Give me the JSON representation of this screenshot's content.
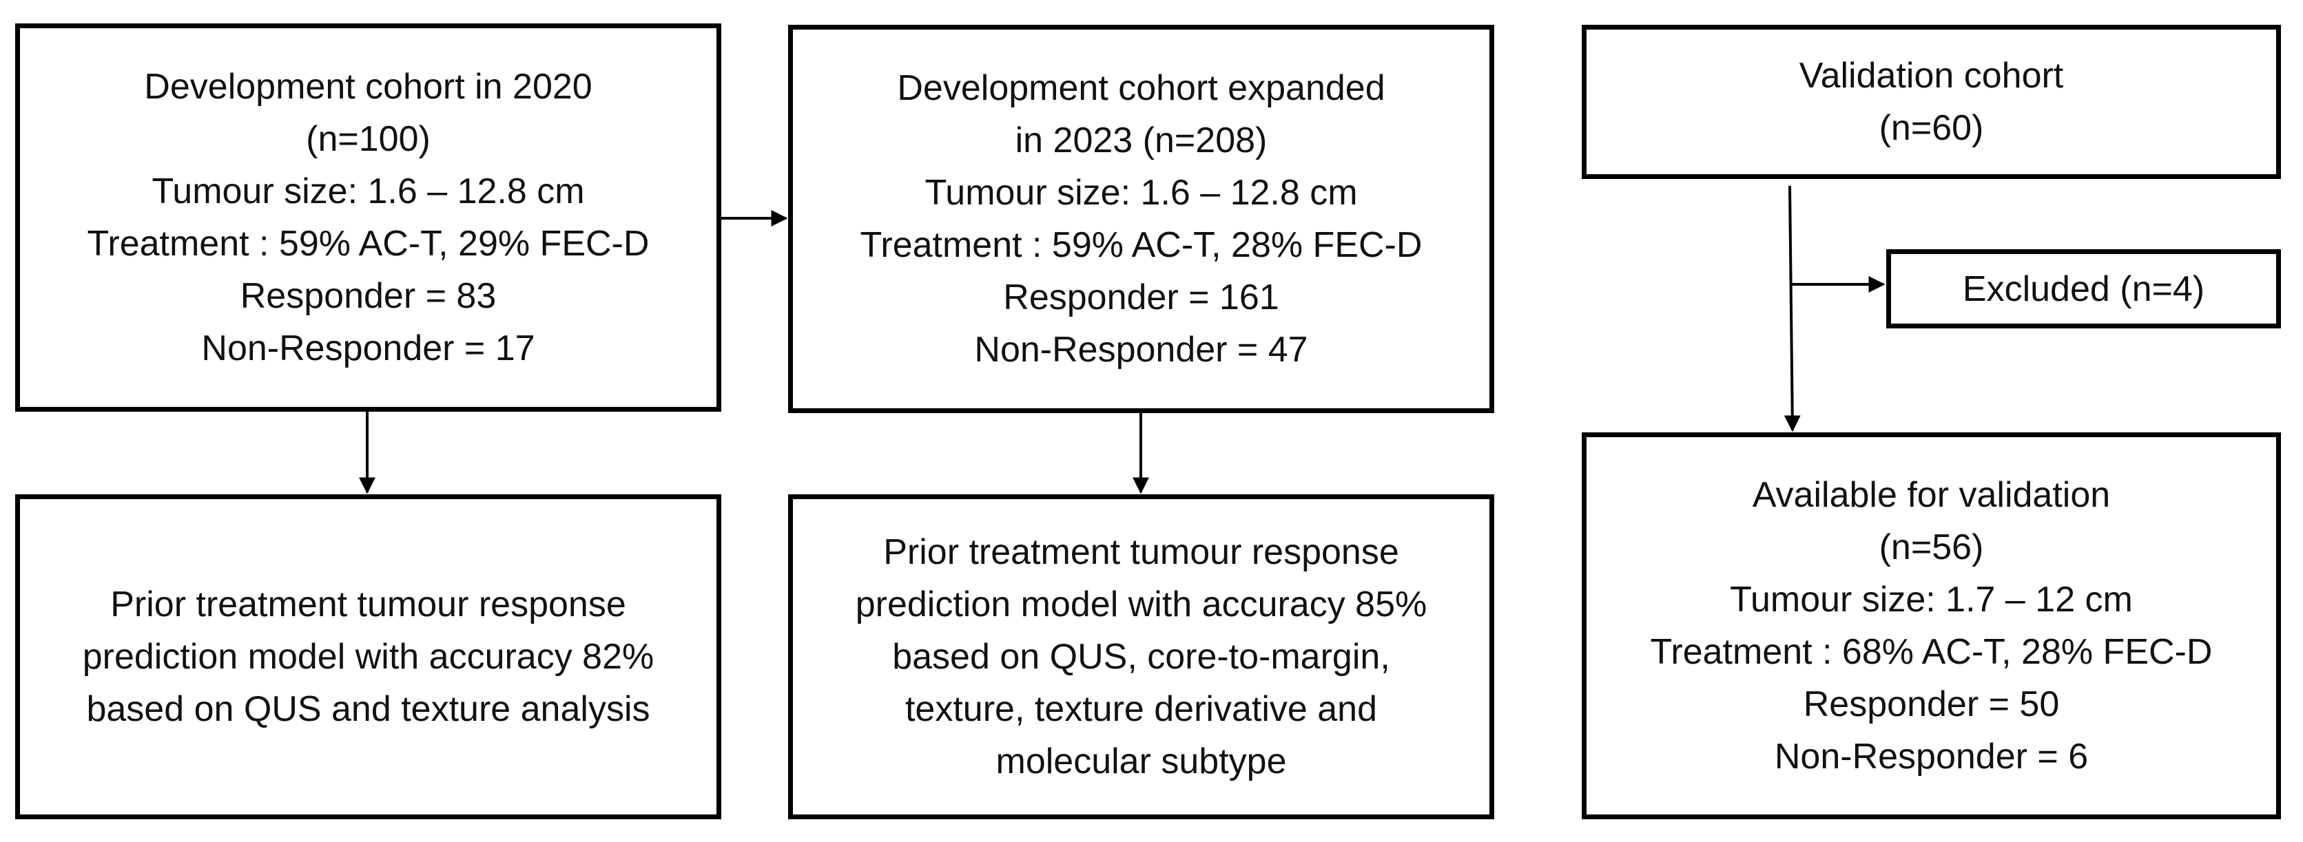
{
  "boxes": {
    "dev2020": {
      "lines": [
        "Development cohort in 2020",
        "(n=100)",
        "Tumour size: 1.6 – 12.8 cm",
        "Treatment : 59% AC-T, 29% FEC-D",
        "Responder = 83",
        "Non-Responder = 17"
      ]
    },
    "dev2023": {
      "lines": [
        "Development cohort expanded",
        "in 2023 (n=208)",
        "Tumour size: 1.6 – 12.8 cm",
        "Treatment : 59% AC-T, 28% FEC-D",
        "Responder = 161",
        "Non-Responder = 47"
      ]
    },
    "validation": {
      "lines": [
        "Validation cohort",
        "(n=60)"
      ]
    },
    "model2020": {
      "lines": [
        "Prior treatment tumour response",
        "prediction model with accuracy 82%",
        "based on QUS and texture analysis"
      ]
    },
    "model2023": {
      "lines": [
        "Prior treatment tumour response",
        "prediction model with accuracy 85%",
        "based on QUS, core-to-margin,",
        "texture, texture derivative and",
        "molecular subtype"
      ]
    },
    "excluded": {
      "lines": [
        "Excluded (n=4)"
      ]
    },
    "available": {
      "lines": [
        "Available for validation",
        "(n=56)",
        "Tumour size: 1.7 – 12 cm",
        "Treatment : 68% AC-T, 28% FEC-D",
        "Responder = 50",
        "Non-Responder = 6"
      ]
    }
  }
}
